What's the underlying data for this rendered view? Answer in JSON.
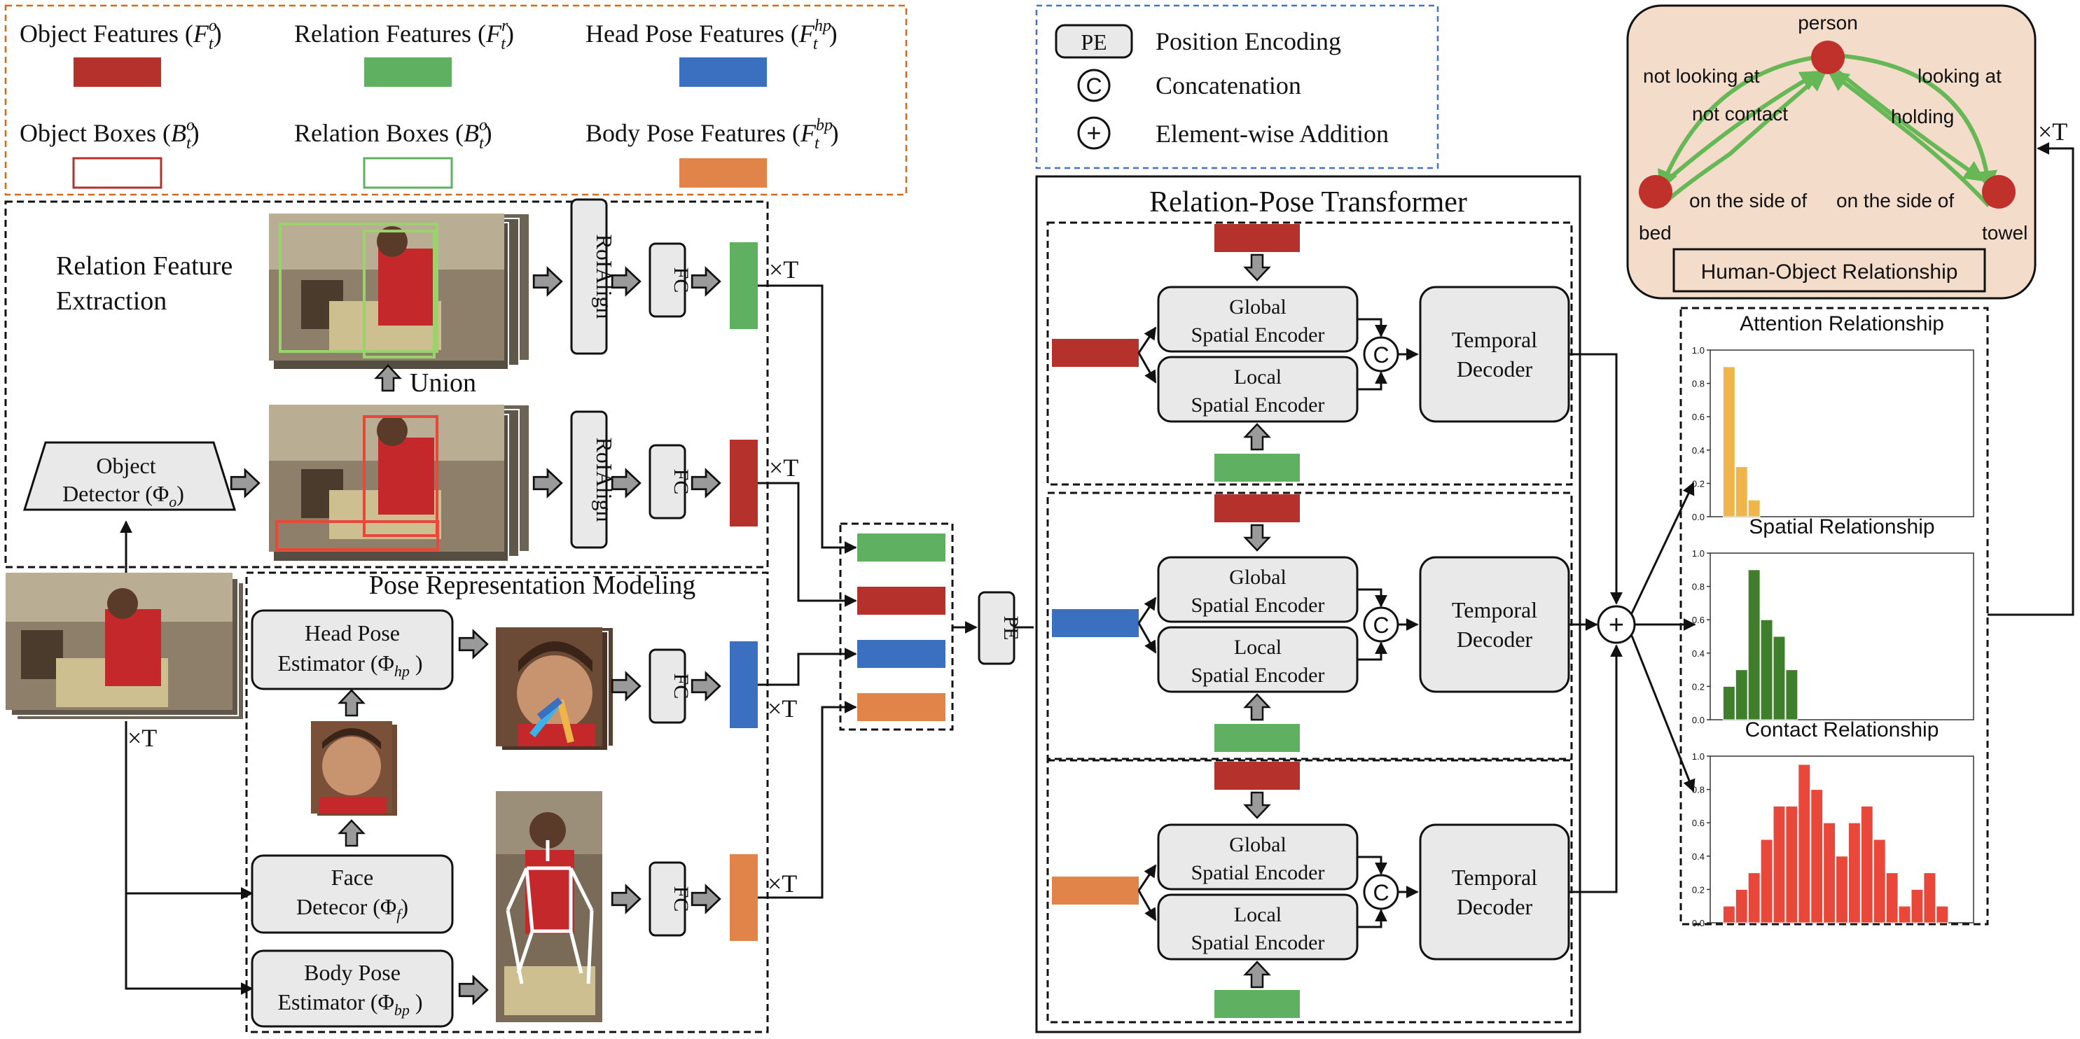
{
  "legend": {
    "object_features": "Object Features",
    "object_features_math": "(F",
    "relation_features": "Relation Features",
    "head_pose_features": "Head Pose Features",
    "object_boxes": "Object Boxes",
    "relation_boxes": "Relation Boxes",
    "body_pose_features": "Body Pose Features",
    "sym_o": "o",
    "sym_r": "r",
    "sym_hp": "hp",
    "sym_bp": "bp",
    "sym_t": "t"
  },
  "ops": {
    "pe_box": "PE",
    "pe_label": "Position Encoding",
    "concat_sym": "C",
    "concat_label": "Concatenation",
    "add_sym": "+",
    "add_label": "Element-wise Addition"
  },
  "relation_section": {
    "title_line1": "Relation Feature",
    "title_line2": "Extraction",
    "union": "Union",
    "roialign": "RoIAlign",
    "fc": "FC",
    "times_t": "×T",
    "detector_line1": "Object",
    "detector_line2": "Detector (Φ",
    "detector_sub": "o"
  },
  "pose_section": {
    "title": "Pose Representation Modeling",
    "head_line1": "Head Pose",
    "head_line2": "Estimator (Φ",
    "head_sub": "hp",
    "face_line1": "Face",
    "face_line2": "Detecor (Φ",
    "face_sub": "f",
    "body_line1": "Body Pose",
    "body_line2": "Estimator (Φ",
    "body_sub": "bp",
    "fc": "FC",
    "times_t": "×T"
  },
  "transformer": {
    "title": "Relation-Pose Transformer",
    "global_line1": "Global",
    "global_line2": "Spatial Encoder",
    "local_line1": "Local",
    "local_line2": "Spatial Encoder",
    "temporal_line1": "Temporal",
    "temporal_line2": "Decoder",
    "pe": "PE",
    "concat": "C",
    "add": "+"
  },
  "graph": {
    "person": "person",
    "bed": "bed",
    "towel": "towel",
    "not_looking_at": "not looking at",
    "not_contact": "not contact",
    "looking_at": "looking at",
    "holding": "holding",
    "on_the_side_of_1": "on the side of",
    "on_the_side_of_2": "on the side of",
    "caption": "Human-Object Relationship",
    "times_t": "×T"
  },
  "colors": {
    "object": "#b5312b",
    "relation": "#5fb061",
    "head": "#3b70c0",
    "body": "#e0844a",
    "attention_bar": "#efb54a",
    "spatial_bar": "#3f7f2c",
    "contact_bar": "#e8473a",
    "graph_node": "#c0312b",
    "graph_edge": "#66b856",
    "graph_bg": "#f4dccb",
    "legend_border": "#d2691e",
    "ops_border": "#4472c4"
  },
  "chart_data": [
    {
      "type": "bar",
      "title": "Attention Relationship",
      "ylim": [
        0,
        1.0
      ],
      "yticks": [
        "0.0",
        "0.2",
        "0.4",
        "0.6",
        "0.8",
        "1.0"
      ],
      "values": [
        0,
        0.9,
        0.3,
        0.1,
        0,
        0,
        0,
        0,
        0,
        0,
        0,
        0,
        0,
        0,
        0,
        0,
        0,
        0,
        0,
        0,
        0
      ],
      "color": "#efb54a"
    },
    {
      "type": "bar",
      "title": "Spatial Relationship",
      "ylim": [
        0,
        1.0
      ],
      "yticks": [
        "0.0",
        "0.2",
        "0.4",
        "0.6",
        "0.8",
        "1.0"
      ],
      "values": [
        0,
        0.2,
        0.3,
        0.9,
        0.6,
        0.5,
        0.3,
        0,
        0,
        0,
        0,
        0,
        0,
        0,
        0,
        0,
        0,
        0,
        0,
        0,
        0
      ],
      "color": "#3f7f2c"
    },
    {
      "type": "bar",
      "title": "Contact Relationship",
      "ylim": [
        0,
        1.0
      ],
      "yticks": [
        "0.0",
        "0.2",
        "0.4",
        "0.6",
        "0.8",
        "1.0"
      ],
      "values": [
        0,
        0.1,
        0.2,
        0.3,
        0.5,
        0.7,
        0.7,
        0.95,
        0.8,
        0.6,
        0.4,
        0.6,
        0.7,
        0.5,
        0.3,
        0.1,
        0.2,
        0.3,
        0.1,
        0,
        0
      ],
      "color": "#e8473a"
    }
  ]
}
